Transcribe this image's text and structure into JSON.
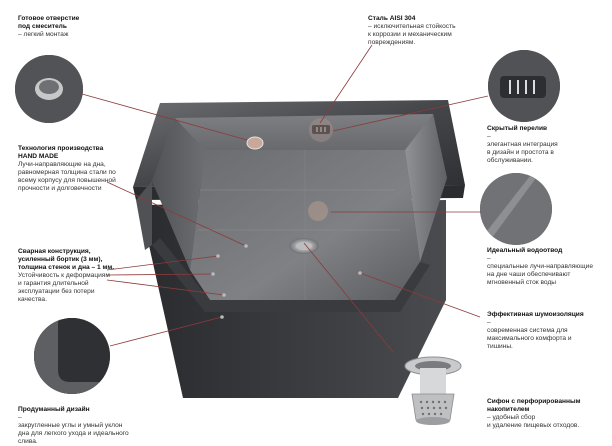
{
  "annotations": [
    {
      "id": "mixer-hole",
      "title": "Готовое отверстие\nпод смеситель",
      "desc": "– легкий монтаж"
    },
    {
      "id": "steel",
      "title": "Сталь AISI 304",
      "desc": "– исключительная стойкость\nк коррозии и механическим\nповреждениям."
    },
    {
      "id": "handmade",
      "title": "Технология производства\nHAND MADE",
      "desc": "Лучи-направляющие на дна,\nравномерная толщина стали по\nвсему корпусу для повышенной\nпрочности и долговечности"
    },
    {
      "id": "overflow",
      "title": "Скрытый перелив",
      "desc": "–\nэлегантная интеграция\nв дизайн и простота в\nобслуживании."
    },
    {
      "id": "welded",
      "title": "Сварная конструкция,\nусиленный бортик (3 мм),\nтолщина стенок и дна – 1 мм.",
      "desc": "Устойчивость к деформациям\nи гарантия длительной\nэксплуатации без потери\nкачества."
    },
    {
      "id": "drain",
      "title": "Идеальный водоотвод",
      "desc": "–\nспециальные лучи-направляющие\nна дне чаши обеспечивают\nмгновенный сток воды"
    },
    {
      "id": "noise",
      "title": "Эффективная шумоизоляция",
      "desc": "–\nсовременная система для\nмаксимального комфорта и\nтишины."
    },
    {
      "id": "design",
      "title": "Продуманный дизайн",
      "desc": "–\nзакругленные углы и умный уклон\nдна для легкого ухода и идеального\nслива."
    },
    {
      "id": "siphon",
      "title": "Сифон с перфорированным\nнакопителем",
      "desc": "– удобный сбор\nи удаление пищевых отходов."
    }
  ],
  "colors": {
    "leader_line": "#8b3b3b",
    "leader_dot": "#b9b9b9",
    "steel_dark": "#3d3e42",
    "steel_light": "#8a8c90"
  }
}
